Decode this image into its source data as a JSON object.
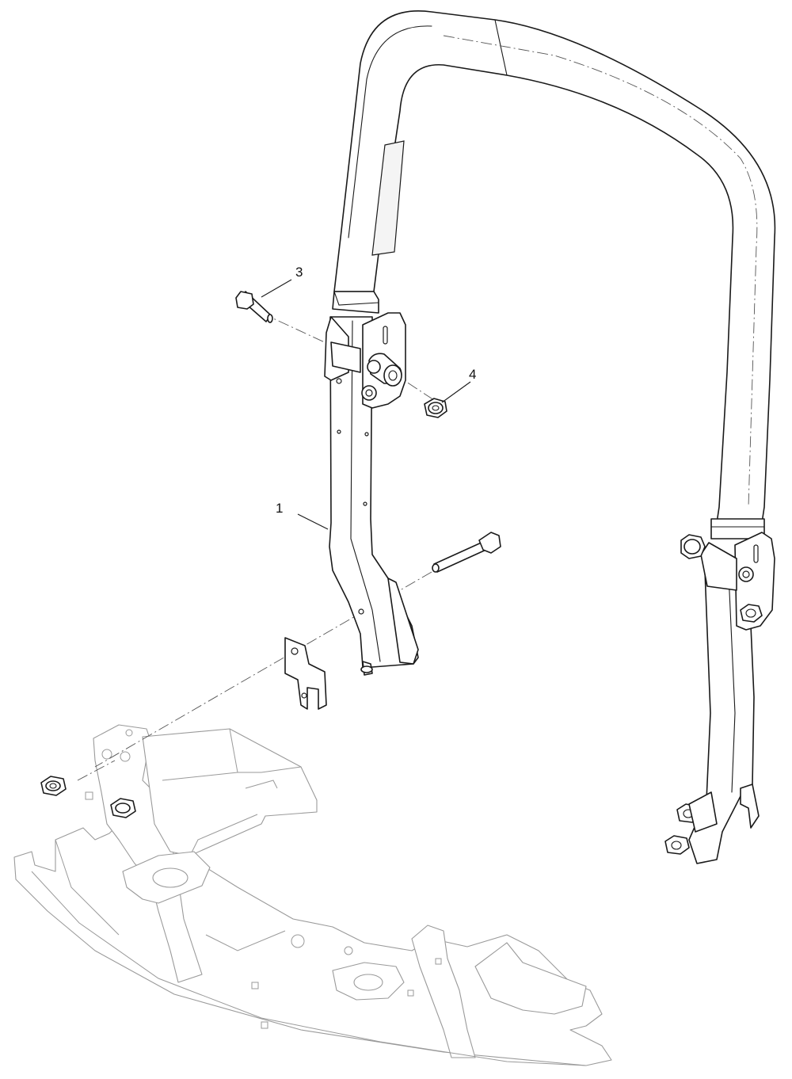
{
  "callouts": [
    {
      "id": "1",
      "label": "1",
      "part": "roll-bar-assembly"
    },
    {
      "id": "3",
      "label": "3",
      "part": "bolt"
    },
    {
      "id": "4",
      "label": "4",
      "part": "flange-nut"
    }
  ],
  "colors": {
    "line": "#1a1a1a",
    "ghost": "#9a9a9a",
    "background": "#ffffff"
  }
}
